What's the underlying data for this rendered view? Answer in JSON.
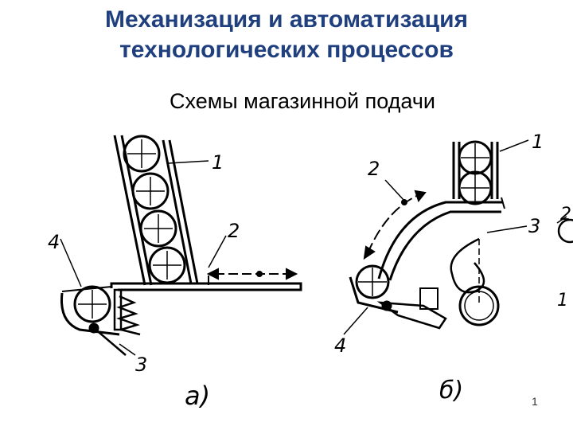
{
  "slide": {
    "title_line1": "Механизация и автоматизация",
    "title_line2": "технологических процессов",
    "subtitle": "Схемы магазинной подачи",
    "page_number": "1"
  },
  "diagram_a": {
    "caption": "а)",
    "labels": [
      "1",
      "2",
      "3",
      "4"
    ]
  },
  "diagram_b": {
    "caption": "б)",
    "labels": [
      "1",
      "2",
      "3",
      "4"
    ]
  },
  "cropped_edge": {
    "labels": [
      "2",
      "1"
    ]
  }
}
